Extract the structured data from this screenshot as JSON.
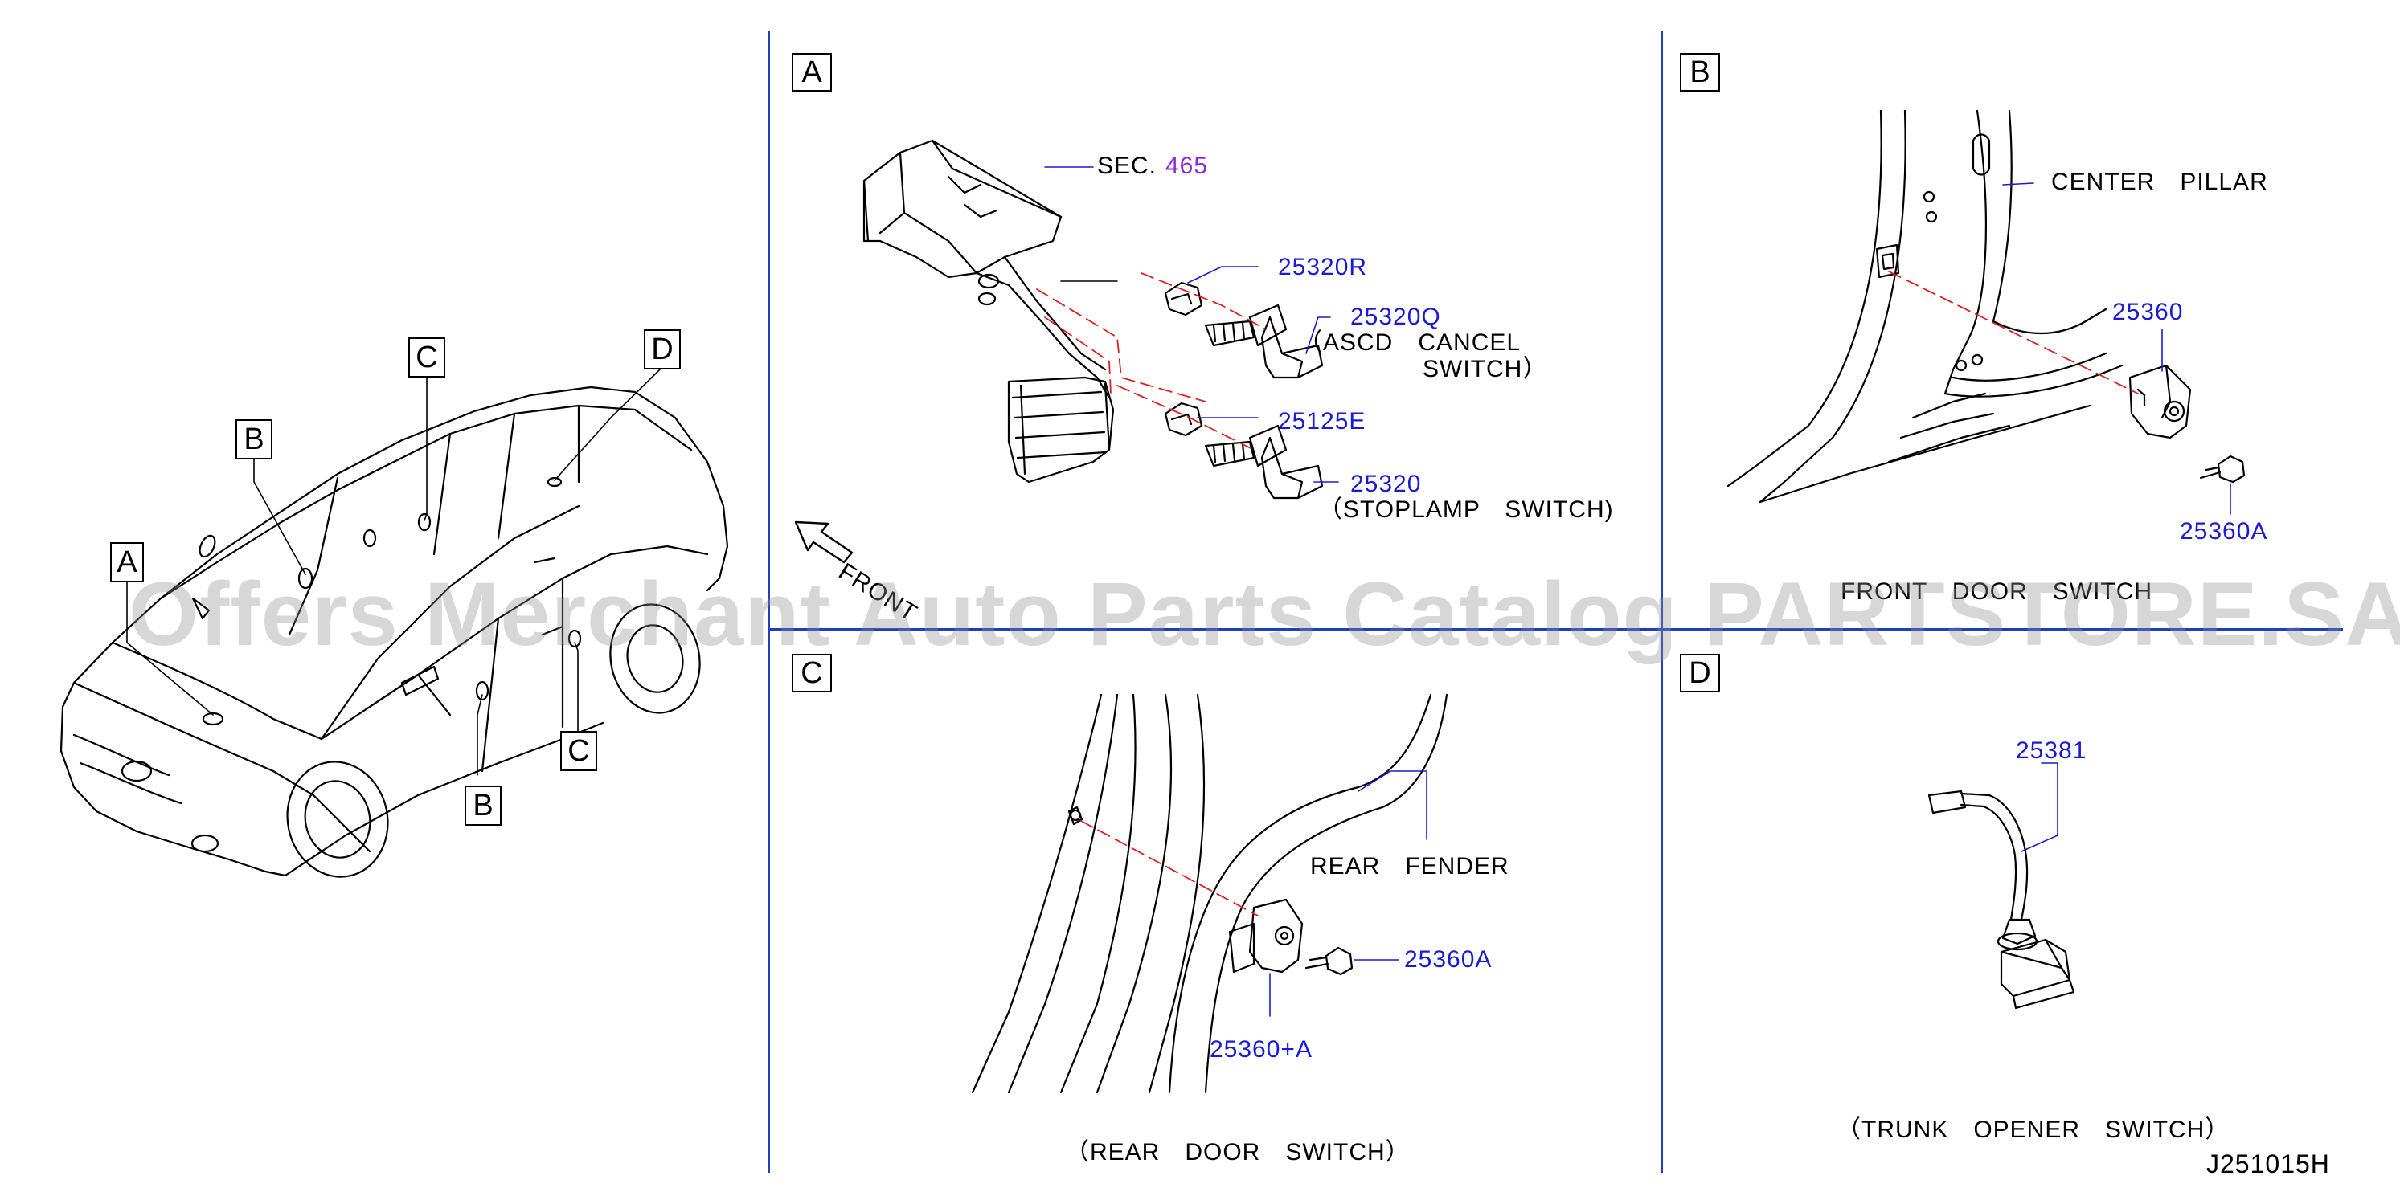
{
  "overview_tags": {
    "a": "A",
    "b1": "B",
    "b2": "B",
    "c1": "C",
    "c2": "C",
    "d": "D"
  },
  "panels": {
    "a": {
      "tag": "A",
      "sec_label": "SEC.",
      "sec_ref": "465",
      "part1": "25320R",
      "part2": "25320Q",
      "part2_desc1": "（ASCD　CANCEL",
      "part2_desc2": "SWITCH）",
      "part3": "25125E",
      "part4": "25320",
      "part4_desc": "（STOPLAMP　SWITCH)",
      "front": "FRONT"
    },
    "b": {
      "tag": "B",
      "center_pillar": "CENTER　PILLAR",
      "part1": "25360",
      "part2": "25360A",
      "caption": "FRONT　DOOR　SWITCH"
    },
    "c": {
      "tag": "C",
      "rear_fender": "REAR　FENDER",
      "part1": "25360A",
      "part2": "25360+A",
      "caption": "（REAR　DOOR　SWITCH）"
    },
    "d": {
      "tag": "D",
      "part1": "25381",
      "caption": "（TRUNK　OPENER　SWITCH）"
    }
  },
  "drawing_id": "J251015H",
  "watermark": "Offers Merchant Auto Parts Catalog PARTSTORE.SA",
  "colors": {
    "part_number": "#1a1ad8",
    "section_ref": "#8a2be2",
    "divider": "#1f3fbf",
    "leader_dashed": "#e02020"
  }
}
